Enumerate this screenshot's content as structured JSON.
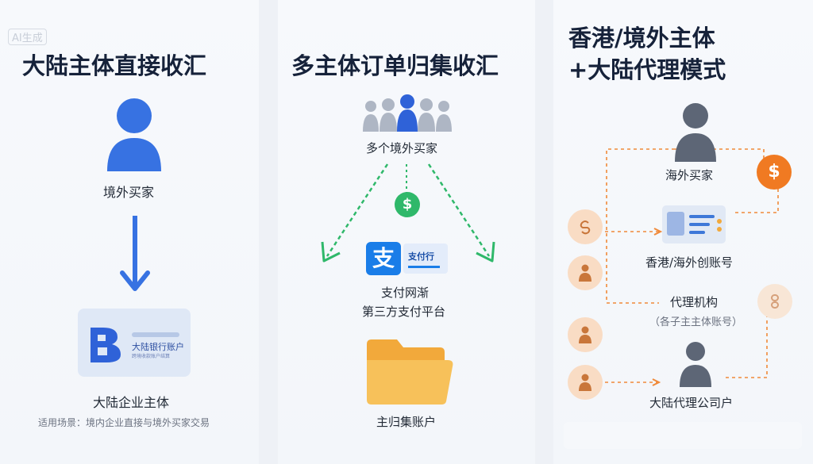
{
  "watermark": "AI生成",
  "panels": [
    {
      "title": "大陆主体直接收汇",
      "buyer_label": "境外买家",
      "bank_card_name": "大陆银行账户",
      "bank_card_sub": "跨境收款账户结算",
      "entity_label": "大陆企业主体",
      "scenario_note": "适用场景：境内企业直接与境外买家交易"
    },
    {
      "title": "多主体订单归集收汇",
      "buyers_label": "多个境外买家",
      "payment_icon": "$",
      "pay_logo_char": "支",
      "pay_tag_label": "支付行",
      "platform_line1": "支付网渐",
      "platform_line2": "第三方支付平台",
      "account_label": "主归集账户"
    },
    {
      "title_line1": "香港/境外主体",
      "title_line2": "+大陆代理模式",
      "buyer_label": "海外买家",
      "payment_icon": "$",
      "account_label": "香港/海外创账号",
      "agent_label": "代理机构",
      "agent_sub": "（各子主主体账号）",
      "company_label": "大陆代理公司户"
    }
  ],
  "colors": {
    "accent_blue": "#2f6fe0",
    "green": "#2fb86a",
    "orange": "#f07a22",
    "gray_person": "#5d6676"
  }
}
